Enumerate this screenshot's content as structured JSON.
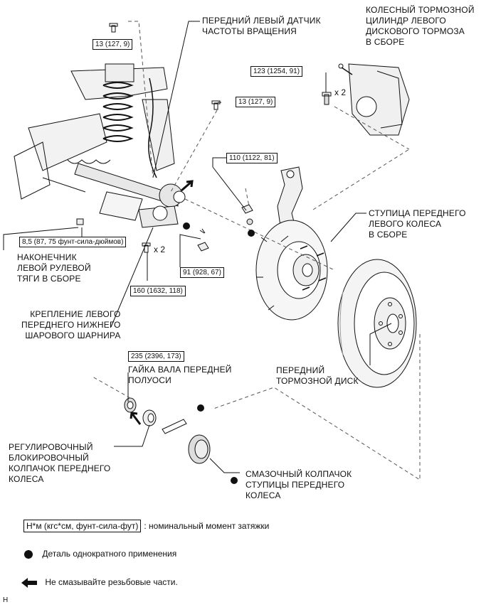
{
  "labels": {
    "speed_sensor": [
      "ПЕРЕДНИЙ ЛЕВЫЙ ДАТЧИК",
      "ЧАСТОТЫ ВРАЩЕНИЯ"
    ],
    "brake_cylinder": [
      "КОЛЕСНЫЙ ТОРМОЗНОЙ",
      "ЦИЛИНДР ЛЕВОГО",
      "ДИСКОВОГО ТОРМОЗА",
      "В СБОРЕ"
    ],
    "hub": [
      "СТУПИЦА ПЕРЕДНЕГО",
      "ЛЕВОГО КОЛЕСА",
      "В СБОРЕ"
    ],
    "tie_rod": [
      "НАКОНЕЧНИК",
      "ЛЕВОЙ РУЛЕВОЙ",
      "ТЯГИ В СБОРЕ"
    ],
    "ball_joint": [
      "КРЕПЛЕНИЕ ЛЕВОГО",
      "ПЕРЕДНЕГО НИЖНЕГО",
      "ШАРОВОГО ШАРНИРА"
    ],
    "axle_nut": [
      "ГАЙКА ВАЛА ПЕРЕДНЕЙ",
      "ПОЛУОСИ"
    ],
    "brake_disc": [
      "ПЕРЕДНИЙ",
      "ТОРМОЗНОЙ ДИСК"
    ],
    "lock_cap": [
      "РЕГУЛИРОВОЧНЫЙ",
      "БЛОКИРОВОЧНЫЙ",
      "КОЛПАЧОК ПЕРЕДНЕГО",
      "КОЛЕСА"
    ],
    "grease_cap": [
      "СМАЗОЧНЫЙ КОЛПАЧОК",
      "СТУПИЦЫ ПЕРЕДНЕГО",
      "КОЛЕСА"
    ]
  },
  "torques": {
    "t1": "13 (127, 9)",
    "t2": "13 (127, 9)",
    "t3": "123 (1254, 91)",
    "t4": "110 (1122, 81)",
    "t5": "8,5 (87, 75 фунт-сила-дюймов)",
    "t6": "91 (928, 67)",
    "t7": "160 (1632, 118)",
    "t8": "235 (2396, 173)"
  },
  "multipliers": {
    "m1": "x 2",
    "m2": "x 2"
  },
  "legend": {
    "torque_box": "Н*м (кгс*см, фунт-сила-фут)",
    "torque_text": ": номинальный момент затяжки",
    "single_use": "Деталь однократного применения",
    "no_grease": "Не смазывайте резьбовые части."
  },
  "footer": "H"
}
